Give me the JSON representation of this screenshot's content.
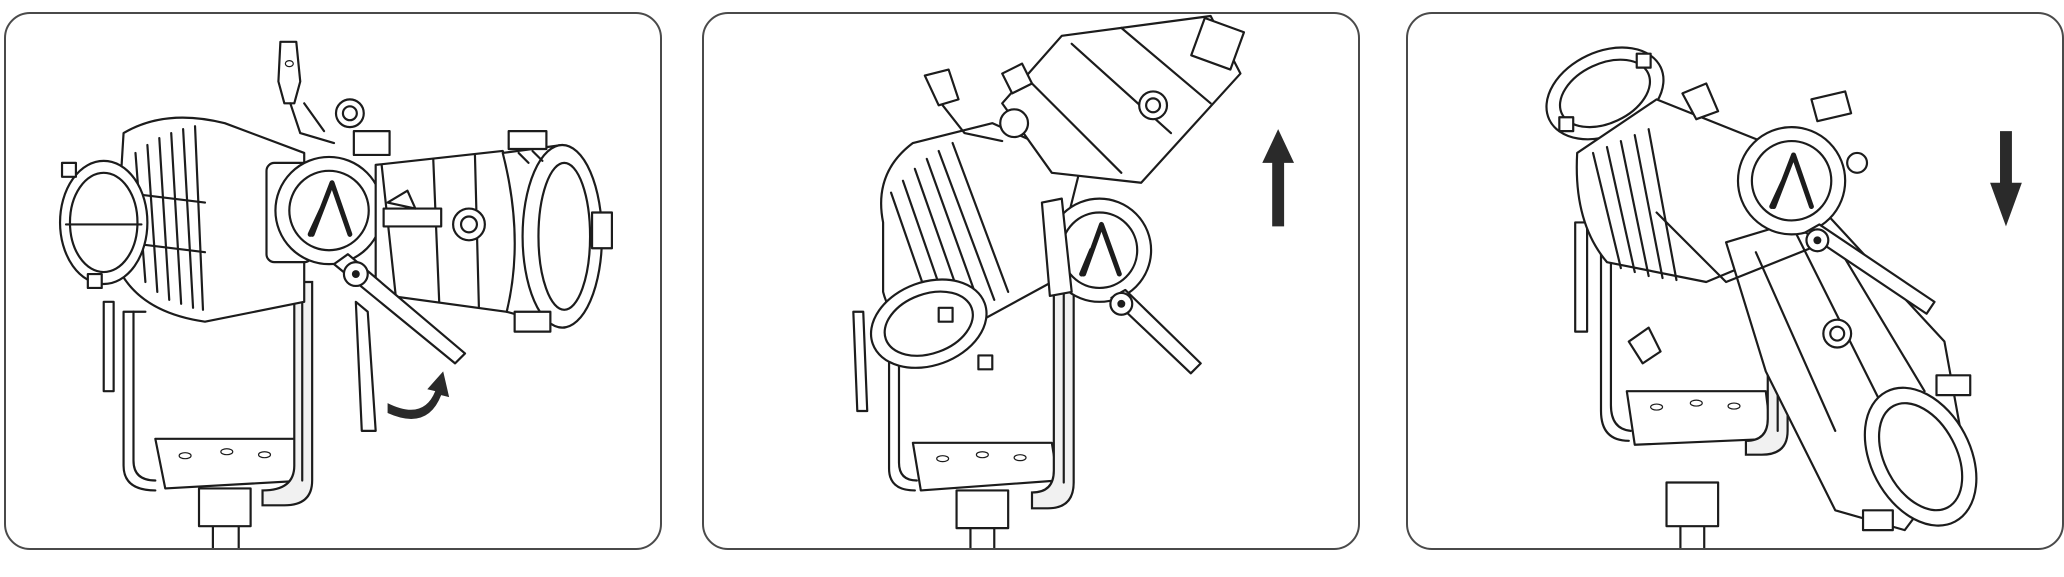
{
  "panels": [
    {
      "id": "step-1",
      "motion_icon": "curved-rotate-arrow-icon"
    },
    {
      "id": "step-2",
      "motion_icon": "up-arrow-icon"
    },
    {
      "id": "step-3",
      "motion_icon": "down-arrow-icon"
    }
  ],
  "colors": {
    "line": "#1c1c1c",
    "border": "#4a4a4a",
    "background": "#ffffff"
  },
  "device_icon": "lambda-logo-icon"
}
